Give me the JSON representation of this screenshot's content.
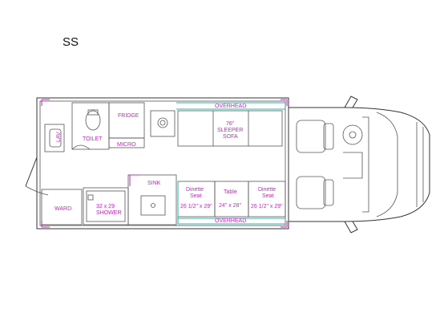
{
  "model": {
    "name": "SS"
  },
  "labels": {
    "lav": "LAV",
    "toilet": "TOILET",
    "fridge": "FRIDGE",
    "micro": "MICRO",
    "overhead_top": "OVERHEAD",
    "sleeper_size": "76\"",
    "sleeper_1": "SLEEPER",
    "sleeper_2": "SOFA",
    "sink": "SINK",
    "ward": "WARD",
    "shower_size": "32 x 29",
    "shower": "SHOWER",
    "dinette_left_1": "Dinette",
    "dinette_left_2": "Seat",
    "dinette_left_size": "26 1/2\" x 29\"",
    "table": "Table",
    "table_size": "24\" x 28\"",
    "dinette_right_1": "Dinette",
    "dinette_right_2": "Seat",
    "dinette_right_size": "26 1/2\" x 29\"",
    "overhead_bottom": "OVERHEAD"
  },
  "colors": {
    "label": "#cc22cc",
    "cabinet_line": "#2bb5a8",
    "outline": "#333333"
  }
}
